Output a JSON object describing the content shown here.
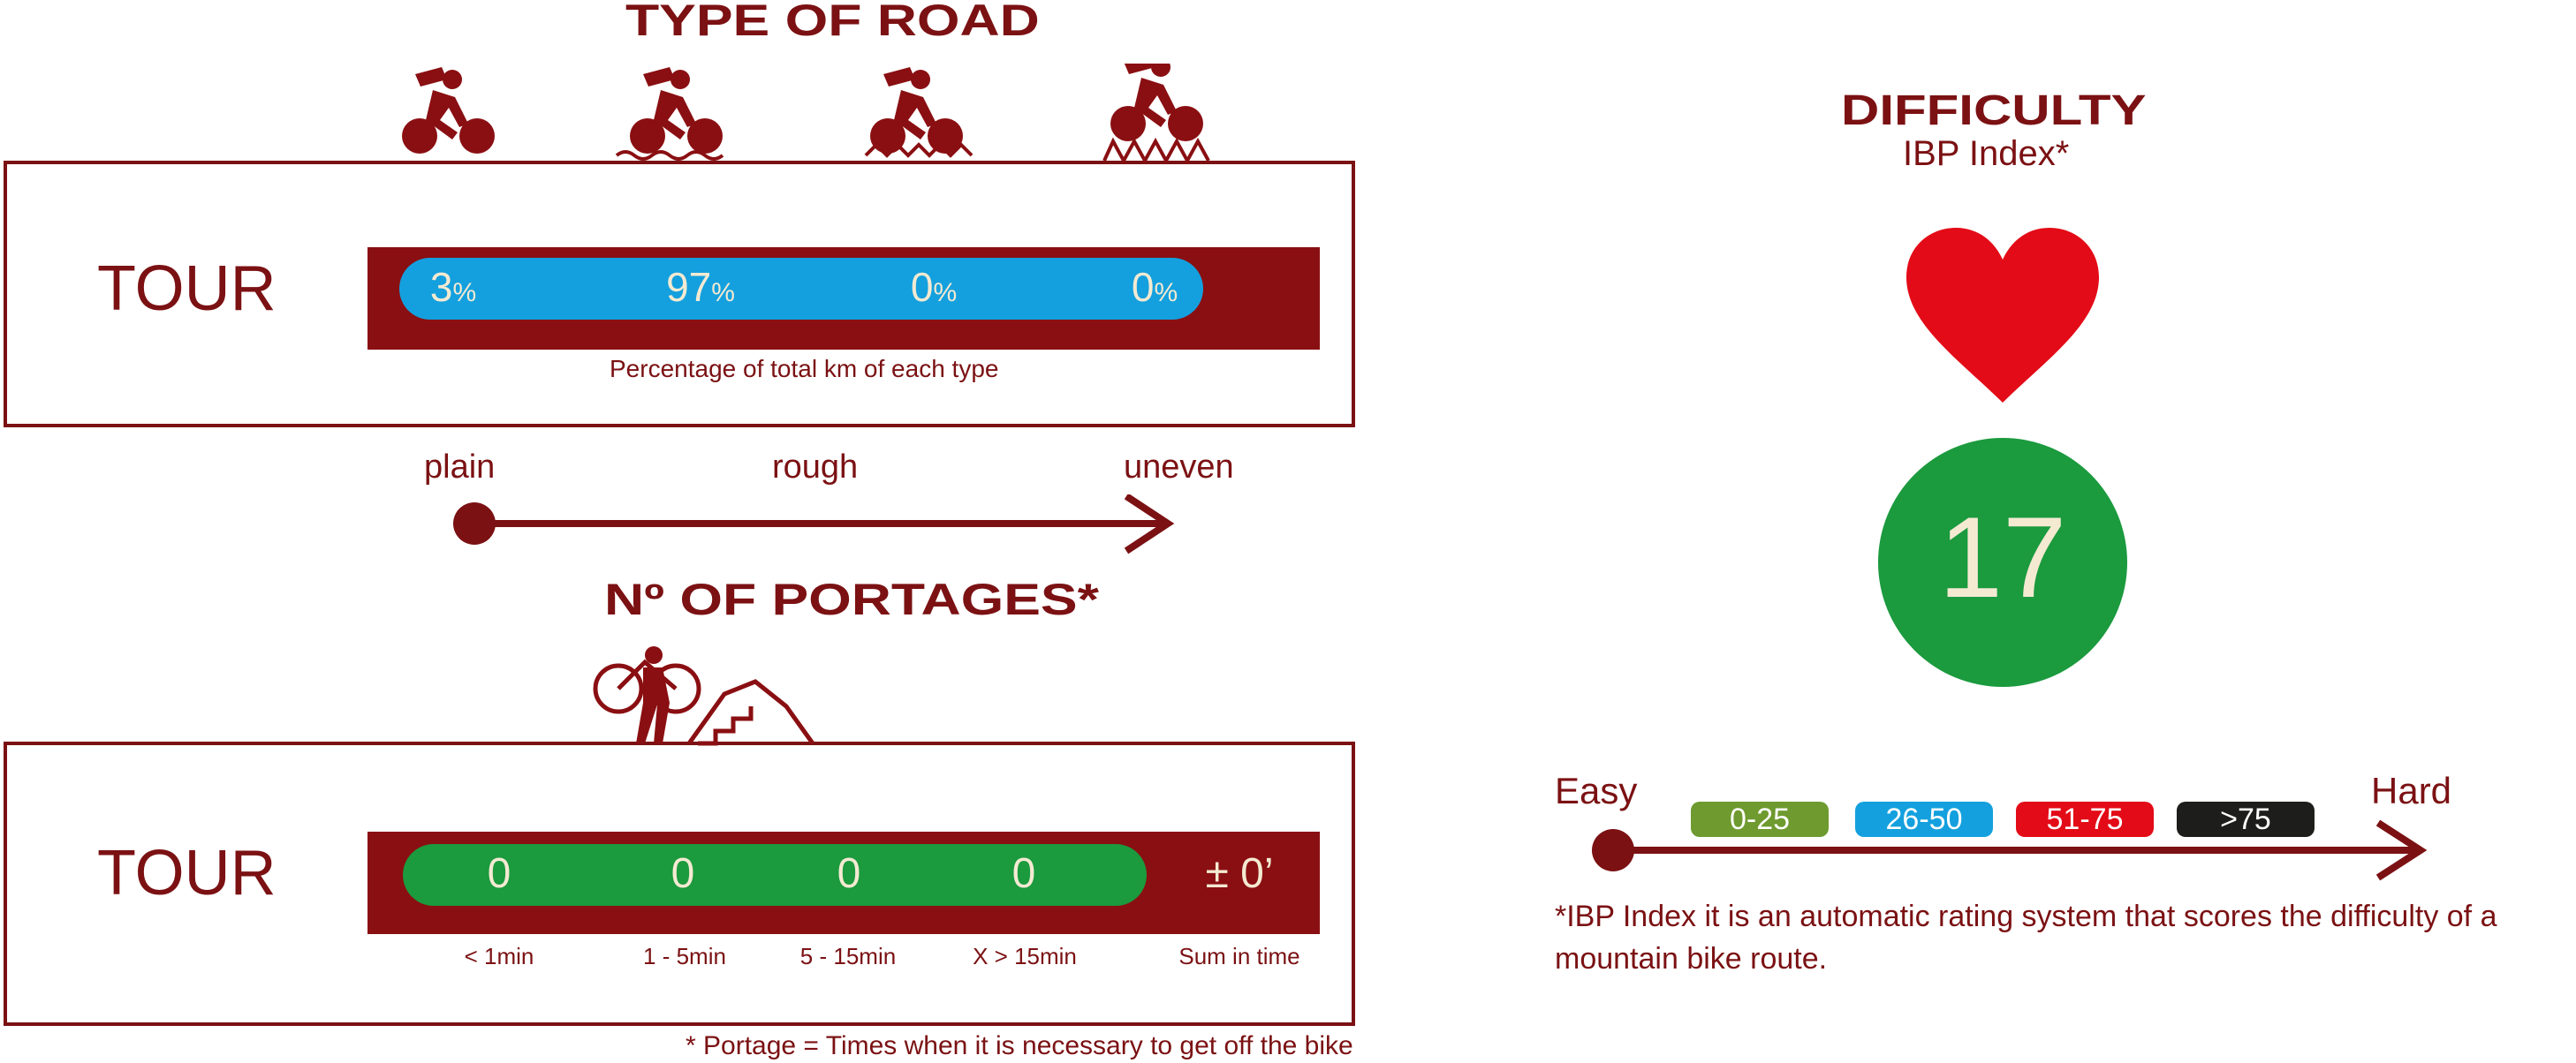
{
  "road": {
    "title": "TYPE OF ROAD",
    "row_label": "TOUR",
    "values": [
      {
        "num": "3",
        "sym": "%"
      },
      {
        "num": "97",
        "sym": "%"
      },
      {
        "num": "0",
        "sym": "%"
      },
      {
        "num": "0",
        "sym": "%"
      }
    ],
    "caption": "Percentage of total km of each type",
    "icons": [
      "cyclist-plain-icon",
      "cyclist-rough-icon",
      "cyclist-uneven-icon",
      "cyclist-very-uneven-icon"
    ],
    "scale": {
      "left": "plain",
      "middle": "rough",
      "right": "uneven"
    }
  },
  "portages": {
    "title": "Nº OF PORTAGES*",
    "row_label": "TOUR",
    "values": [
      "0",
      "0",
      "0",
      "0"
    ],
    "sum": "± 0’",
    "columns": [
      "< 1min",
      "1 - 5min",
      "5 - 15min",
      "X > 15min",
      "Sum in time"
    ],
    "footnote": "* Portage = Times when it is necessary to get off the bike"
  },
  "difficulty": {
    "title": "DIFFICULTY",
    "subtitle": "IBP Index*",
    "score": "17",
    "scale": {
      "easy": "Easy",
      "hard": "Hard",
      "ranges": [
        {
          "label": "0-25",
          "color": "#6e9a2f"
        },
        {
          "label": "26-50",
          "color": "#14a0de"
        },
        {
          "label": "51-75",
          "color": "#e30b17"
        },
        {
          "label": ">75",
          "color": "#1d1d1b"
        }
      ]
    },
    "note": "*IBP Index it is an automatic rating system that scores the difficulty of a mountain bike route.",
    "colors": {
      "heart": "#e30b17",
      "score_circle": "#1b9a3e",
      "score_text": "#f4ead2"
    }
  },
  "colors": {
    "brand": "#7b1113",
    "road_bar": "#14a0de",
    "portage_bar": "#1b9a3e"
  }
}
